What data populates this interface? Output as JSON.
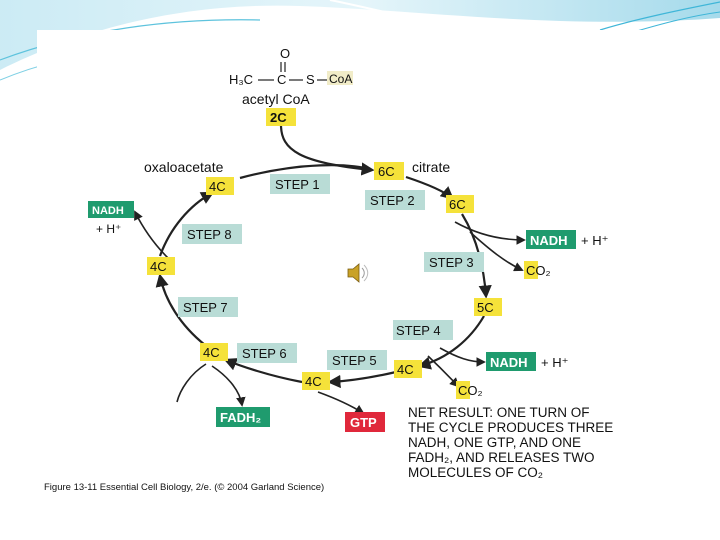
{
  "molecule": {
    "oxygen": "O",
    "h3c": "H₃C",
    "carbon": "C",
    "sulfur": "S",
    "coa": "CoA",
    "name": "acetyl CoA",
    "carbons": "2C"
  },
  "labels": {
    "oxaloacetate": "oxaloacetate",
    "citrate": "citrate"
  },
  "steps": [
    "STEP 1",
    "STEP 2",
    "STEP 3",
    "STEP 4",
    "STEP 5",
    "STEP 6",
    "STEP 7",
    "STEP 8"
  ],
  "carbons": {
    "c6_citrate": "6C",
    "c6_isocitrate": "6C",
    "c5": "5C",
    "c4_step5": "4C",
    "c4_step6": "4C",
    "c4_step7": "4C",
    "c4_step8": "4C",
    "c4_oxaloacetate": "4C"
  },
  "products": {
    "nadh_step3": "NADH",
    "h_step3": "+ H⁺",
    "co2_step3": "CO₂",
    "nadh_step4": "NADH",
    "h_step4": "+ H⁺",
    "co2_step4": "CO₂",
    "gtp": "GTP",
    "fadh2": "FADH₂",
    "nadh_step8": "NADH",
    "h_step8": "+ H⁺"
  },
  "net_result": [
    "NET RESULT: ONE TURN OF",
    "THE CYCLE PRODUCES THREE",
    "NADH, ONE GTP, AND ONE",
    "FADH₂, AND RELEASES TWO",
    "MOLECULES OF CO₂"
  ],
  "caption": "Figure 13-11  Essential Cell Biology, 2/e. (© 2004 Garland Science)",
  "colors": {
    "carbon_box": "#f5e23a",
    "step_box": "#b9dcd6",
    "nadh_box": "#1f9b6e",
    "gtp_box": "#e0283b",
    "slide_accent": "#3fb6d8"
  },
  "icons": [
    "speaker-icon"
  ]
}
